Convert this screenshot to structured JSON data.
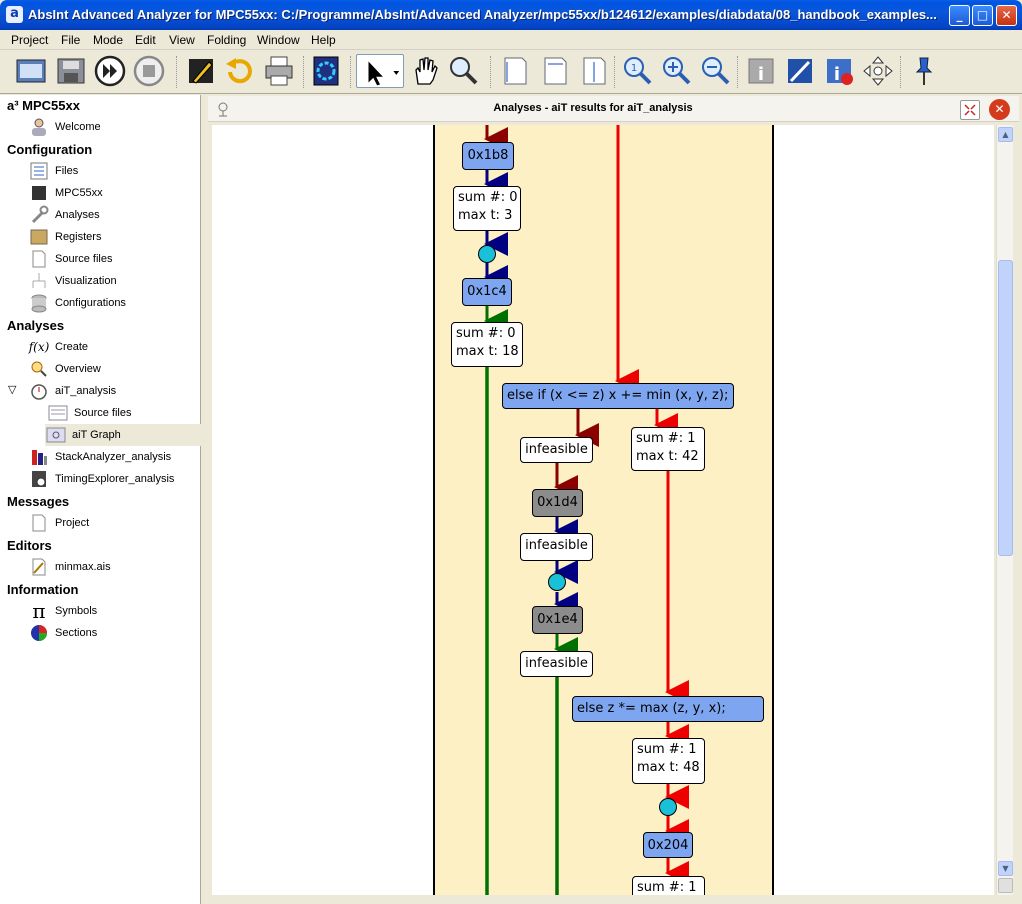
{
  "window": {
    "title": "AbsInt Advanced Analyzer for MPC55xx: C:/Programme/AbsInt/Advanced Analyzer/mpc55xx/b124612/examples/diabdata/08_handbook_examples...",
    "app_icon": "a",
    "min_glyph": "_",
    "max_glyph": "□",
    "close_glyph": "✕"
  },
  "menu": [
    "Project",
    "File",
    "Mode",
    "Edit",
    "View",
    "Folding",
    "Window",
    "Help"
  ],
  "toolbar": {
    "icons": [
      "open-icon",
      "save-icon",
      "run-icon",
      "stop-icon",
      "edit-icon",
      "undo-icon",
      "print-icon",
      "palette-icon",
      "select-arrow-icon",
      "hand-icon",
      "magnifier-icon",
      "page-icon",
      "page-split-icon",
      "page-split-vertical-icon",
      "zoom-reset-icon",
      "zoom-in-icon",
      "zoom-out-icon",
      "info-icon",
      "edit-info-icon",
      "remove-info-icon",
      "navigate-icon",
      "pin-icon"
    ]
  },
  "sidebar": {
    "project": "a³ MPC55xx",
    "welcome": "Welcome",
    "sections": {
      "configuration": "Configuration",
      "analyses": "Analyses",
      "messages": "Messages",
      "editors": "Editors",
      "information": "Information"
    },
    "config_items": [
      "Files",
      "MPC55xx",
      "Analyses",
      "Registers",
      "Source files",
      "Visualization",
      "Configurations"
    ],
    "analysis_items": [
      "Create",
      "Overview"
    ],
    "ait": "aiT_analysis",
    "ait_children": [
      "Source files",
      "aiT Graph"
    ],
    "other_analyses": [
      "StackAnalyzer_analysis",
      "TimingExplorer_analysis"
    ],
    "messages_items": [
      "Project"
    ],
    "editors_items": [
      "minmax.ais"
    ],
    "info_items": [
      "Symbols",
      "Sections"
    ],
    "function_glyph": "f(x)",
    "pi_glyph": "π",
    "toggle_glyph": "▽"
  },
  "panel": {
    "title": "Analyses - aiT results for aiT_analysis",
    "close_glyph": "✕"
  },
  "graph": {
    "n_1b8": "0x1b8",
    "n_sum0_a": "sum #:  0",
    "n_max3": "max t:  3",
    "n_1c4": "0x1c4",
    "n_sum0_b": "sum #:  0",
    "n_max18": "max t:  18",
    "cond1": "else  if (x <= z)  x += min (x, y, z);",
    "infeasible_1": "infeasible",
    "n_sum1_a": "sum #:  1",
    "n_max42": "max t:  42",
    "n_1d4": "0x1d4",
    "infeasible_2": "infeasible",
    "n_1e4": "0x1e4",
    "infeasible_3": "infeasible",
    "cond2": "else          z *= max (z, y, x);",
    "n_sum1_b": "sum #:  1",
    "n_max48": "max t:  48",
    "n_204": "0x204",
    "n_sum1_c": "sum #:  1",
    "colors": {
      "loop_bg": "#fdf0c4",
      "red_edge": "#ee0000",
      "dark_red_edge": "#8b0000",
      "green_edge": "#007000",
      "navy_edge": "#000080",
      "node_blue": "#7ea6f0",
      "node_grey": "#8c8c8c",
      "dot_cyan": "#19c0d8"
    }
  },
  "scrollbar": {
    "up": "▲",
    "down": "▼"
  }
}
